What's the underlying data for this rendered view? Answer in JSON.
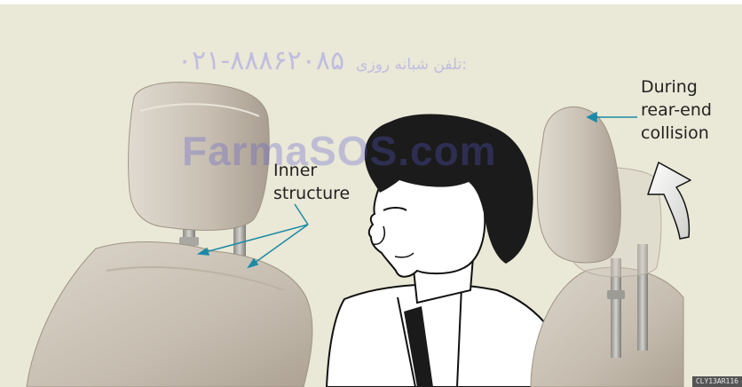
{
  "watermark": {
    "phone": "۰۲۱-۸۸۸۶۲۰۸۵",
    "phone_label": "تلفن شبانه روزی:",
    "site": "FarmaSOS.com"
  },
  "labels": {
    "inner_structure": [
      "Inner",
      "structure"
    ],
    "rear_end": [
      "During",
      "rear-end",
      "collision"
    ]
  },
  "figure_code": "CLY13AR116",
  "colors": {
    "background": "#eae8d6",
    "callout": "#1a8aa6",
    "watermark_blue": "#5a5ad0"
  }
}
